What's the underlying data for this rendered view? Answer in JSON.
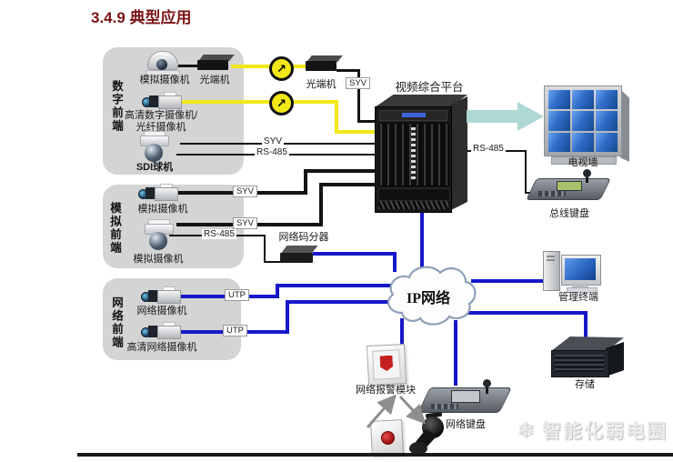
{
  "page": {
    "title": "3.4.9 典型应用",
    "watermark_text": "智能化弱电圈"
  },
  "groups": {
    "digital_frontend": "数字前端",
    "analog_frontend": "模拟前端",
    "network_frontend": "网络前端"
  },
  "devices": {
    "analog_camera_digital_group": "模拟摄像机",
    "optical_transceiver_left": "光端机",
    "hd_digital_camera_line1": "高清数字摄像机/",
    "hd_digital_camera_line2": "光纤摄像机",
    "sdi_dome_camera": "SDI球机",
    "optical_transceiver_right": "光端机",
    "analog_box_camera": "模拟摄像机",
    "analog_dome_camera": "模拟摄像机",
    "network_camera": "网络摄像机",
    "hd_network_camera": "高清网络摄像机",
    "video_platform": "视频综合平台",
    "tv_wall": "电视墙",
    "bus_keyboard": "总线键盘",
    "network_code_splitter": "网络码分器",
    "ip_network_cloud": "IP网络",
    "management_terminal": "管理终端",
    "storage": "存储",
    "network_alarm_module": "网络报警模块",
    "network_keyboard": "网络键盘"
  },
  "cables": {
    "syv_optical": "SYV",
    "syv_sdi": "SYV",
    "rs485_sdi": "RS-485",
    "syv_analog_box": "SYV",
    "syv_analog_dome": "SYV",
    "rs485_analog_dome": "RS-485",
    "utp_1": "UTP",
    "utp_2": "UTP",
    "rs485_bus_keyboard": "RS-485"
  },
  "colors": {
    "title_red": "#7b1416",
    "cable_yellow": "#f2e818",
    "cable_blue": "#1717c9",
    "cable_black": "#141414",
    "arrow_teal": "#aed8d4",
    "group_gray": "#d4d4d4"
  }
}
